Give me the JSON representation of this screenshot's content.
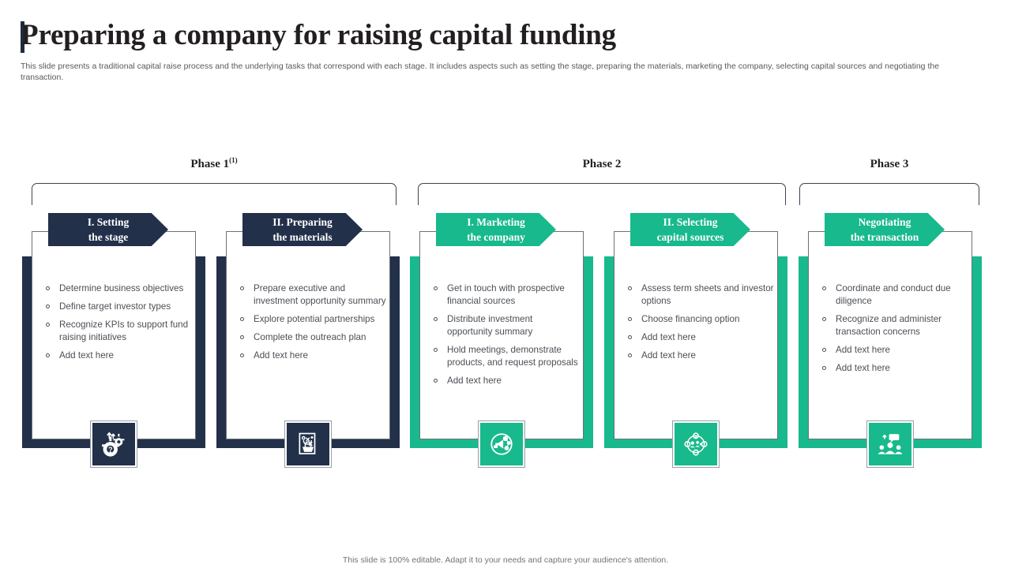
{
  "header": {
    "title": "Preparing a company for raising capital funding",
    "subtitle": "This slide presents a traditional capital raise process and the underlying tasks that correspond with each stage. It includes aspects such as setting the stage, preparing the materials, marketing the company, selecting capital sources and negotiating the transaction."
  },
  "colors": {
    "navy": "#22304a",
    "green": "#18b98c",
    "title": "#231f20",
    "body_text": "#4b4f55",
    "subtitle_text": "#58595b"
  },
  "phases": [
    {
      "label": "Phase 1",
      "superscript": "(1)"
    },
    {
      "label": "Phase 2",
      "superscript": ""
    },
    {
      "label": "Phase 3",
      "superscript": ""
    }
  ],
  "cards": [
    {
      "title_line1": "I. Setting",
      "title_line2": "the stage",
      "accent": "#22304a",
      "icon": "gears-kpi-icon",
      "bullets": [
        "Determine business objectives",
        "Define target investor types",
        "Recognize KPIs to support fund raising initiatives",
        "Add text here"
      ]
    },
    {
      "title_line1": "II. Preparing",
      "title_line2": "the materials",
      "accent": "#22304a",
      "icon": "document-strategy-icon",
      "bullets": [
        "Prepare executive and investment opportunity summary",
        "Explore potential partnerships",
        "Complete the outreach plan",
        "Add text here"
      ]
    },
    {
      "title_line1": "I. Marketing",
      "title_line2": "the company",
      "accent": "#18b98c",
      "icon": "megaphone-marketing-icon",
      "bullets": [
        "Get in touch with prospective financial sources",
        "Distribute investment opportunity summary",
        "Hold meetings, demonstrate products, and request proposals",
        "Add text here"
      ]
    },
    {
      "title_line1": "II. Selecting",
      "title_line2": "capital sources",
      "accent": "#18b98c",
      "icon": "funding-network-icon",
      "bullets": [
        "Assess term sheets and investor options",
        "Choose financing option",
        "Add text here",
        "Add text here"
      ]
    },
    {
      "title_line1": "Negotiating",
      "title_line2": "the transaction",
      "accent": "#18b98c",
      "icon": "negotiation-people-icon",
      "bullets": [
        "Coordinate and conduct due diligence",
        "Recognize and administer transaction concerns",
        "Add text here",
        "Add text here"
      ]
    }
  ],
  "footer": {
    "note": "This slide is 100% editable. Adapt it to your needs and capture your audience's attention."
  }
}
